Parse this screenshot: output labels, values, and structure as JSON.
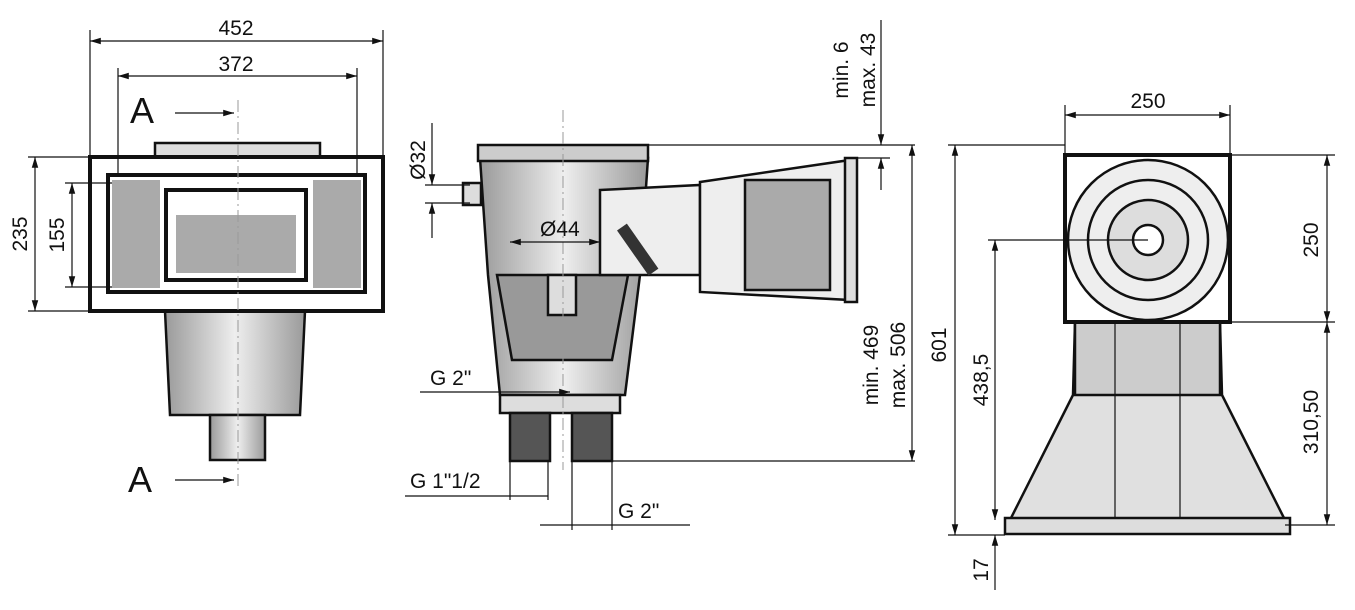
{
  "title": "Skimmer dimensional drawing",
  "front_view": {
    "width_outer": "452",
    "width_inner": "372",
    "height_outer": "235",
    "height_inner": "155",
    "section_top": "A",
    "section_bottom": "A"
  },
  "section_view": {
    "dia_side": "Ø32",
    "dia_center": "Ø44",
    "thread_upper": "G 2\"",
    "thread_left": "G 1\"1/2",
    "thread_right": "G 2\"",
    "top_min": "min. 6",
    "top_max": "max. 43",
    "height_min": "min. 469",
    "height_max": "max. 506"
  },
  "side_view": {
    "width": "250",
    "total_height": "601",
    "upper_height": "250",
    "lower_height": "310,50",
    "center_height": "438,5",
    "base_height": "17"
  },
  "colors": {
    "line": "#111111",
    "fill_gray": "#b8b8b8",
    "fill_light": "#e6e6e6"
  }
}
